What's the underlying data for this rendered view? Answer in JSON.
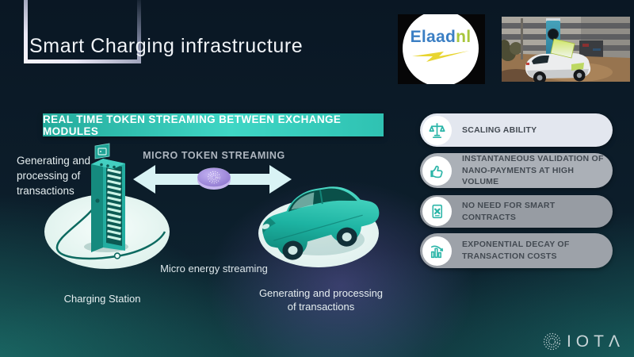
{
  "title": "Smart Charging infrastructure",
  "banner": {
    "label": "REAL TIME TOKEN STREAMING BETWEEN EXCHANGE MODULES"
  },
  "diagram": {
    "micro_token_label": "MICRO TOKEN STREAMING",
    "micro_energy_label": "Micro energy streaming",
    "station_side_caption": "Generating and\nprocessing of\ntransactions",
    "station_label": "Charging Station",
    "car_caption": "Generating and processing\nof transactions"
  },
  "benefits": [
    {
      "label": "SCALING ABILITY",
      "icon": "scales-icon"
    },
    {
      "label": "INSTANTANEOUS VALIDATION OF\nNANO-PAYMENTS AT HIGH VOLUME",
      "icon": "thumbs-up-icon"
    },
    {
      "label": "NO NEED FOR SMART CONTRACTS",
      "icon": "document-x-icon"
    },
    {
      "label": "EXPONENTIAL DECAY OF\nTRANSACTION COSTS",
      "icon": "decay-chart-icon"
    }
  ],
  "logos": {
    "elaad_blue_text": "Elaad",
    "elaad_green_text": "nl",
    "iota_wordmark": "IOTΛ"
  },
  "colors": {
    "accent_teal": "#2ec4b4",
    "icon_teal": "#2bb5a8",
    "coin_purple": "#9b84d6",
    "elaad_blue": "#3b7fc4",
    "elaad_green": "#a8c63c",
    "bolt_yellow": "#e8d532",
    "badge_text": "#434a52"
  }
}
